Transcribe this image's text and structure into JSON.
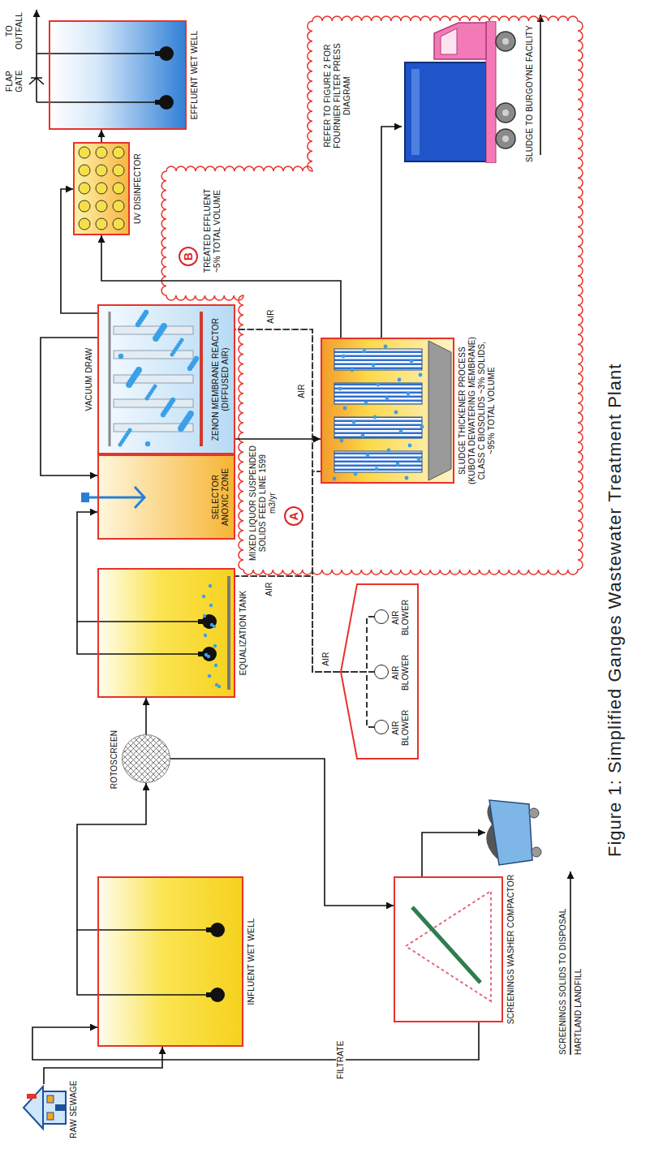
{
  "diagram": {
    "caption": "Figure 1: Simplified Ganges Wastewater Treatment Plant",
    "nodes": [
      {
        "text": [
          "RAW SEWAGE"
        ]
      },
      {
        "text": [
          "INFLUENT WET WELL"
        ]
      },
      {
        "text": [
          "ROTOSCREEN"
        ]
      },
      {
        "text": [
          "SCREENINGS WASHER COMPACTOR"
        ]
      },
      {
        "text": [
          "EQUALIZATION TANK"
        ]
      },
      {
        "text": [
          "AIR BLOWER"
        ]
      },
      {
        "text": [
          "AIR BLOWER"
        ]
      },
      {
        "text": [
          "AIR BLOWER"
        ]
      },
      {
        "text": [
          "SELECTOR ANOXIC ZONE"
        ]
      },
      {
        "text": [
          "VACUUM DRAW",
          "ZENON MEMBRANE REACTOR (DIFFUSED AIR)"
        ]
      },
      {
        "text": [
          "A"
        ]
      },
      {
        "text": [
          "SLUDGE THICKENER PROCESS (KUBOTA DEWATERING MEMBRANE) CLASS C BIOSOLIDS ~3% SOLIDS, ~95% TOTAL VOLUME"
        ]
      },
      {
        "text": [
          "B"
        ]
      },
      {
        "text": [
          "UV DISINFECTOR"
        ]
      },
      {
        "text": [
          "EFFLUENT WET WELL"
        ]
      },
      {
        "text": [
          "SLUDGE TO BURGOYNE FACILITY"
        ]
      }
    ],
    "edges": [
      {
        "from": 0,
        "to": 1,
        "arrow": "to"
      },
      {
        "from": 1,
        "to": 2,
        "arrow": "to"
      },
      {
        "from": 2,
        "to": 4,
        "arrow": "to"
      },
      {
        "from": 2,
        "to": 3,
        "arrow": "to"
      },
      {
        "from": 3,
        "to": 1,
        "label": "FILTRATE",
        "arrow": "to"
      },
      {
        "from": 4,
        "to": 8,
        "arrow": "to"
      },
      {
        "from": 9,
        "to": 8,
        "arrow": "to"
      },
      {
        "from": 9,
        "to": 13,
        "arrow": "to"
      },
      {
        "from": 9,
        "to": 11,
        "label": "MIXED LIQUOR SUSPENDED SOLIDS FEED LINE 1599 m3/yr",
        "arrow": "to"
      },
      {
        "from": 11,
        "to": 13,
        "label": "TREATED EFFLUENT ~5% TOTAL VOLUME",
        "arrow": "to"
      },
      {
        "from": 13,
        "to": 14,
        "arrow": "to"
      },
      {
        "from": 11,
        "to": 15,
        "arrow": "to"
      },
      {
        "from": 5,
        "to": 4,
        "arrow": "none"
      },
      {
        "from": 5,
        "to": 9,
        "arrow": "none"
      },
      {
        "from": 5,
        "to": 11,
        "arrow": "none"
      },
      {
        "from": 6,
        "to": 4,
        "arrow": "none"
      },
      {
        "from": 6,
        "to": 9,
        "arrow": "none"
      },
      {
        "from": 6,
        "to": 11,
        "arrow": "none"
      },
      {
        "from": 7,
        "to": 4,
        "arrow": "none"
      },
      {
        "from": 7,
        "to": 9,
        "arrow": "none"
      },
      {
        "from": 7,
        "to": 11,
        "arrow": "none"
      }
    ],
    "labels": [
      "AIR",
      "AIR",
      "AIR",
      "AIR",
      "FLAP GATE",
      "TO OUTFALL",
      "REFER TO FIGURE 2 FOR FOURNIER FILTER PRESS DIAGRAM",
      "SCREENINGS SOLIDS TO DISPOSAL",
      "HARTLAND LANDFILL"
    ]
  }
}
